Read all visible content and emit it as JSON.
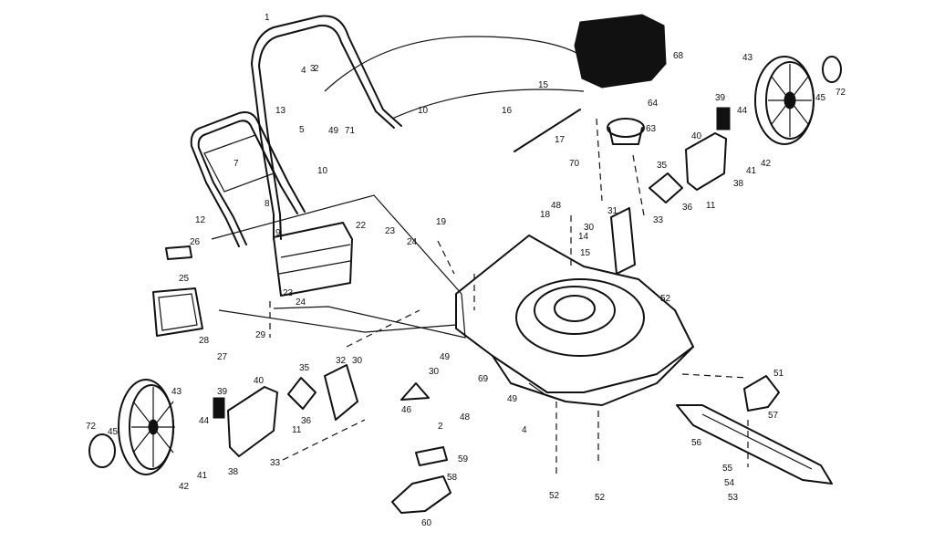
{
  "diagram": {
    "labels": {
      "p1": "1",
      "p2a": "2",
      "p3": "3",
      "p4a": "4",
      "p5": "5",
      "p7": "7",
      "p8": "8",
      "p9": "9",
      "p10a": "10",
      "p10b": "10",
      "p11a": "11",
      "p11b": "11",
      "p12": "12",
      "p13": "13",
      "p14": "14",
      "p15a": "15",
      "p15b": "15",
      "p16": "16",
      "p17": "17",
      "p18": "18",
      "p19": "19",
      "p22": "22",
      "p23a": "23",
      "p23b": "23",
      "p24a": "24",
      "p24b": "24",
      "p25": "25",
      "p26": "26",
      "p27": "27",
      "p28": "28",
      "p29": "29",
      "p30a": "30",
      "p30b": "30",
      "p30c": "30",
      "p31": "31",
      "p32": "32",
      "p33a": "33",
      "p33b": "33",
      "p35a": "35",
      "p35b": "35",
      "p36a": "36",
      "p36b": "36",
      "p38a": "38",
      "p38b": "38",
      "p39a": "39",
      "p39b": "39",
      "p40a": "40",
      "p40b": "40",
      "p41a": "41",
      "p41b": "41",
      "p42a": "42",
      "p42b": "42",
      "p43a": "43",
      "p43b": "43",
      "p44a": "44",
      "p44b": "44",
      "p45a": "45",
      "p45b": "45",
      "p46": "46",
      "p48a": "48",
      "p48b": "48",
      "p49a": "49",
      "p49b": "49",
      "p49c": "49",
      "p51": "51",
      "p52a": "52",
      "p52b": "52",
      "p52c": "52",
      "p53": "53",
      "p54": "54",
      "p55": "55",
      "p56": "56",
      "p57": "57",
      "p58": "58",
      "p59": "59",
      "p60": "60",
      "p63": "63",
      "p64": "64",
      "p68": "68",
      "p69": "69",
      "p70": "70",
      "p71": "71",
      "p72a": "72",
      "p72b": "72",
      "p2b": "2",
      "p4b": "4"
    }
  }
}
